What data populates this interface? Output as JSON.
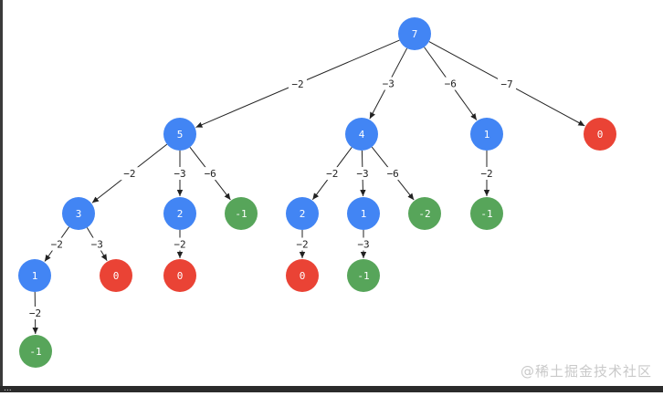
{
  "colors": {
    "blue": "#4285f4",
    "red": "#ea4335",
    "green": "#57a55a"
  },
  "watermark": "@稀土掘金技术社区",
  "bottom_strip_text": "...",
  "tree": {
    "nodes": [
      {
        "id": "n7",
        "label": "7",
        "color": "blue"
      },
      {
        "id": "n5",
        "label": "5",
        "color": "blue"
      },
      {
        "id": "n4",
        "label": "4",
        "color": "blue"
      },
      {
        "id": "n1a",
        "label": "1",
        "color": "blue"
      },
      {
        "id": "n0a",
        "label": "0",
        "color": "red"
      },
      {
        "id": "n3",
        "label": "3",
        "color": "blue"
      },
      {
        "id": "n2a",
        "label": "2",
        "color": "blue"
      },
      {
        "id": "nm1a",
        "label": "-1",
        "color": "green"
      },
      {
        "id": "n2b",
        "label": "2",
        "color": "blue"
      },
      {
        "id": "n1b",
        "label": "1",
        "color": "blue"
      },
      {
        "id": "nm2a",
        "label": "-2",
        "color": "green"
      },
      {
        "id": "nm1b",
        "label": "-1",
        "color": "green"
      },
      {
        "id": "n1c",
        "label": "1",
        "color": "blue"
      },
      {
        "id": "n0b",
        "label": "0",
        "color": "red"
      },
      {
        "id": "n0c",
        "label": "0",
        "color": "red"
      },
      {
        "id": "n0d",
        "label": "0",
        "color": "red"
      },
      {
        "id": "nm1c",
        "label": "-1",
        "color": "green"
      },
      {
        "id": "nm1d",
        "label": "-1",
        "color": "green"
      }
    ],
    "edges": [
      {
        "from": "n7",
        "to": "n5",
        "label": "−2"
      },
      {
        "from": "n7",
        "to": "n4",
        "label": "−3"
      },
      {
        "from": "n7",
        "to": "n1a",
        "label": "−6"
      },
      {
        "from": "n7",
        "to": "n0a",
        "label": "−7"
      },
      {
        "from": "n5",
        "to": "n3",
        "label": "−2"
      },
      {
        "from": "n5",
        "to": "n2a",
        "label": "−3"
      },
      {
        "from": "n5",
        "to": "nm1a",
        "label": "−6"
      },
      {
        "from": "n4",
        "to": "n2b",
        "label": "−2"
      },
      {
        "from": "n4",
        "to": "n1b",
        "label": "−3"
      },
      {
        "from": "n4",
        "to": "nm2a",
        "label": "−6"
      },
      {
        "from": "n1a",
        "to": "nm1b",
        "label": "−2"
      },
      {
        "from": "n3",
        "to": "n1c",
        "label": "−2"
      },
      {
        "from": "n3",
        "to": "n0b",
        "label": "−3"
      },
      {
        "from": "n2a",
        "to": "n0c",
        "label": "−2"
      },
      {
        "from": "n2b",
        "to": "n0d",
        "label": "−2"
      },
      {
        "from": "n1b",
        "to": "nm1c",
        "label": "−3"
      },
      {
        "from": "n1c",
        "to": "nm1d",
        "label": "−2"
      }
    ]
  }
}
